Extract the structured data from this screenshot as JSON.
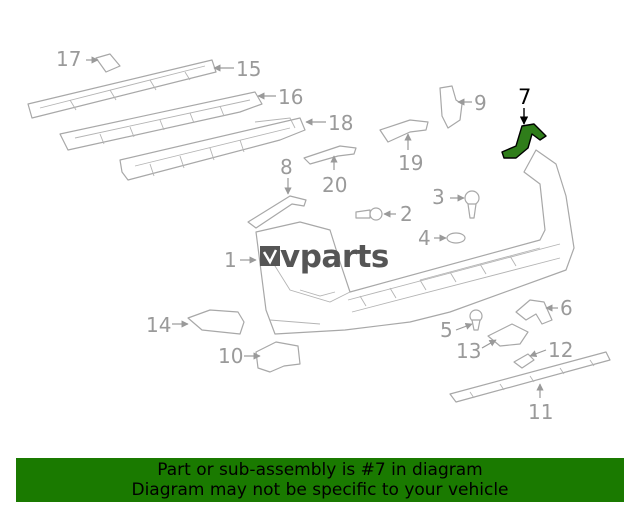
{
  "highlight": {
    "part": "7",
    "fill": "#2f7d1a",
    "label_color": "#000000"
  },
  "logo": {
    "text": "vparts"
  },
  "callouts": [
    {
      "id": "1",
      "label": "1"
    },
    {
      "id": "2",
      "label": "2"
    },
    {
      "id": "3",
      "label": "3"
    },
    {
      "id": "4",
      "label": "4"
    },
    {
      "id": "5",
      "label": "5"
    },
    {
      "id": "6",
      "label": "6"
    },
    {
      "id": "7",
      "label": "7"
    },
    {
      "id": "8",
      "label": "8"
    },
    {
      "id": "9",
      "label": "9"
    },
    {
      "id": "10",
      "label": "10"
    },
    {
      "id": "11",
      "label": "11"
    },
    {
      "id": "12",
      "label": "12"
    },
    {
      "id": "13",
      "label": "13"
    },
    {
      "id": "14",
      "label": "14"
    },
    {
      "id": "15",
      "label": "15"
    },
    {
      "id": "16",
      "label": "16"
    },
    {
      "id": "17",
      "label": "17"
    },
    {
      "id": "18",
      "label": "18"
    },
    {
      "id": "19",
      "label": "19"
    },
    {
      "id": "20",
      "label": "20"
    }
  ],
  "banner": {
    "line1": "Part or sub-assembly is #7 in diagram",
    "line2": "Diagram may not be specific to your vehicle",
    "color": "#1a7a00"
  }
}
